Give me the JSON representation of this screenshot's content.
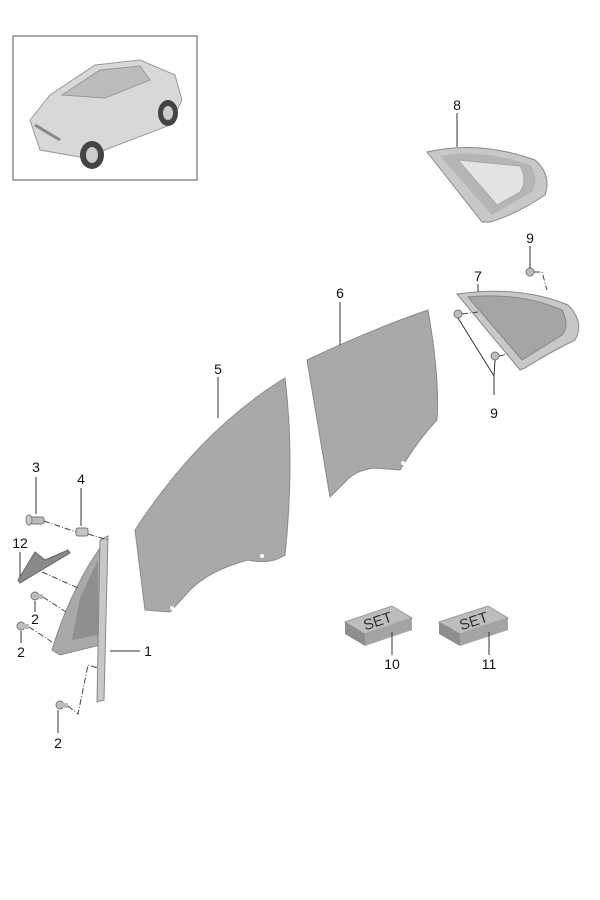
{
  "diagram": {
    "thumbnail": "vehicle-overview",
    "callouts": {
      "p1": "1",
      "p2a": "2",
      "p2b": "2",
      "p2c": "2",
      "p3": "3",
      "p4": "4",
      "p5": "5",
      "p6": "6",
      "p7": "7",
      "p8": "8",
      "p9a": "9",
      "p9b": "9",
      "p10": "10",
      "p11": "11",
      "p12": "12"
    },
    "set_labels": {
      "p10": "SET",
      "p11": "SET"
    }
  }
}
